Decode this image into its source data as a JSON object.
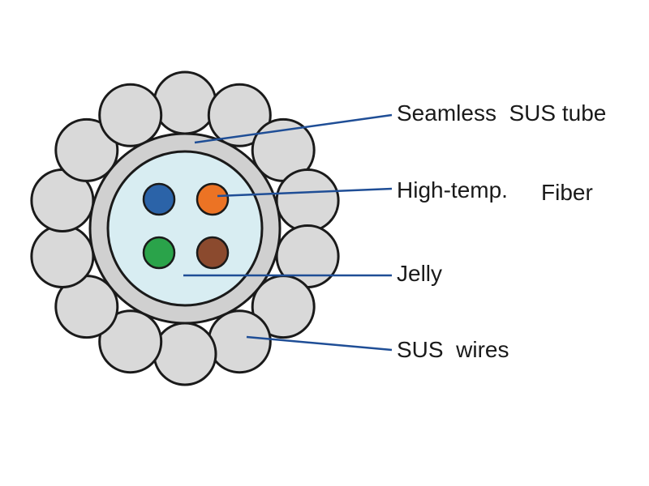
{
  "diagram": {
    "labels": {
      "seamless_tube": "Seamless  SUS tube",
      "high_temp": "High-temp.",
      "fiber": "Fiber",
      "jelly": "Jelly",
      "sus_wires": "SUS  wires"
    },
    "colors": {
      "wire_fill": "#d9d9d9",
      "outline": "#1a1a1a",
      "tube_fill": "#d0d0d0",
      "jelly_fill": "#d8edf2",
      "leader_line": "#1f4e96",
      "fiber_blue": "#2b63a8",
      "fiber_orange": "#ec7324",
      "fiber_green": "#2aa34a",
      "fiber_brown": "#8b4a2e"
    }
  }
}
